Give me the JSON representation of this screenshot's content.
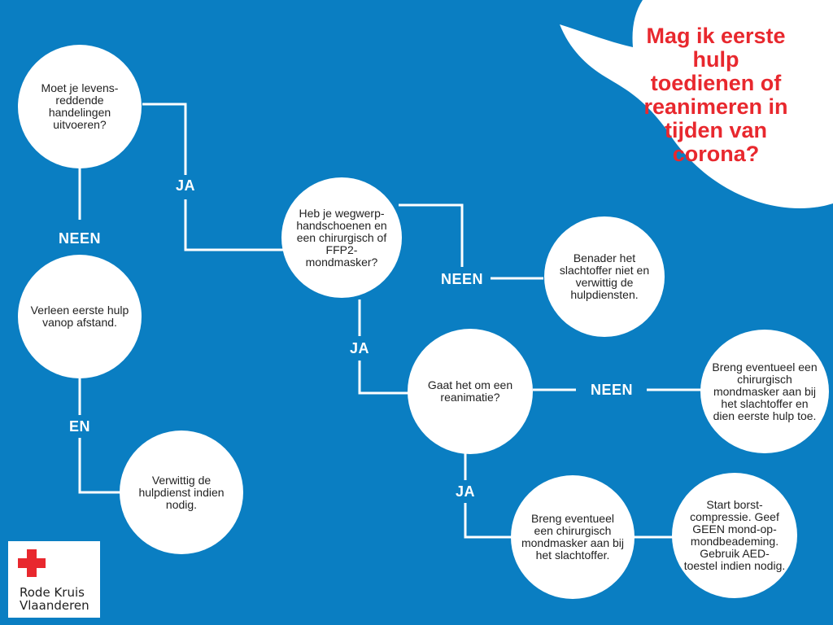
{
  "title": "Mag ik eerste hulp toedienen of reanimeren in tijden van corona?",
  "colors": {
    "background": "#0a7ec2",
    "node": "#ffffff",
    "title": "#e8282e",
    "line": "#ffffff",
    "logo_cross": "#e8282e"
  },
  "nodes": {
    "q1": "Moet je levens-reddende handelingen uitvoeren?",
    "q2": "Heb je wegwerp-handschoenen en een chirurgisch of FFP2-mondmasker?",
    "q3": "Gaat het om een reanimatie?",
    "distance": "Verleen eerste hulp vanop afstand.",
    "call_if_needed": "Verwittig de hulpdienst indien nodig.",
    "dont_approach": "Benader het slachtoffer niet en verwittig de hulpdiensten.",
    "mask_first_aid": "Breng eventueel een chirurgisch mondmasker aan bij het slachtoffer en dien eerste hulp toe.",
    "mask_victim": "Breng eventueel een chirurgisch mondmasker aan bij het slachtoffer.",
    "cpr": "Start borst-compressie. Geef GEEN mond-op-mondbeademing. Gebruik AED-toestel indien nodig."
  },
  "labels": {
    "ja1": "JA",
    "neen1": "NEEN",
    "en": "EN",
    "neen2": "NEEN",
    "ja2": "JA",
    "neen3": "NEEN",
    "ja3": "JA"
  },
  "logo": {
    "line1": "Rode Kruis",
    "line2": "Vlaanderen",
    "icon": "red-cross-icon"
  }
}
